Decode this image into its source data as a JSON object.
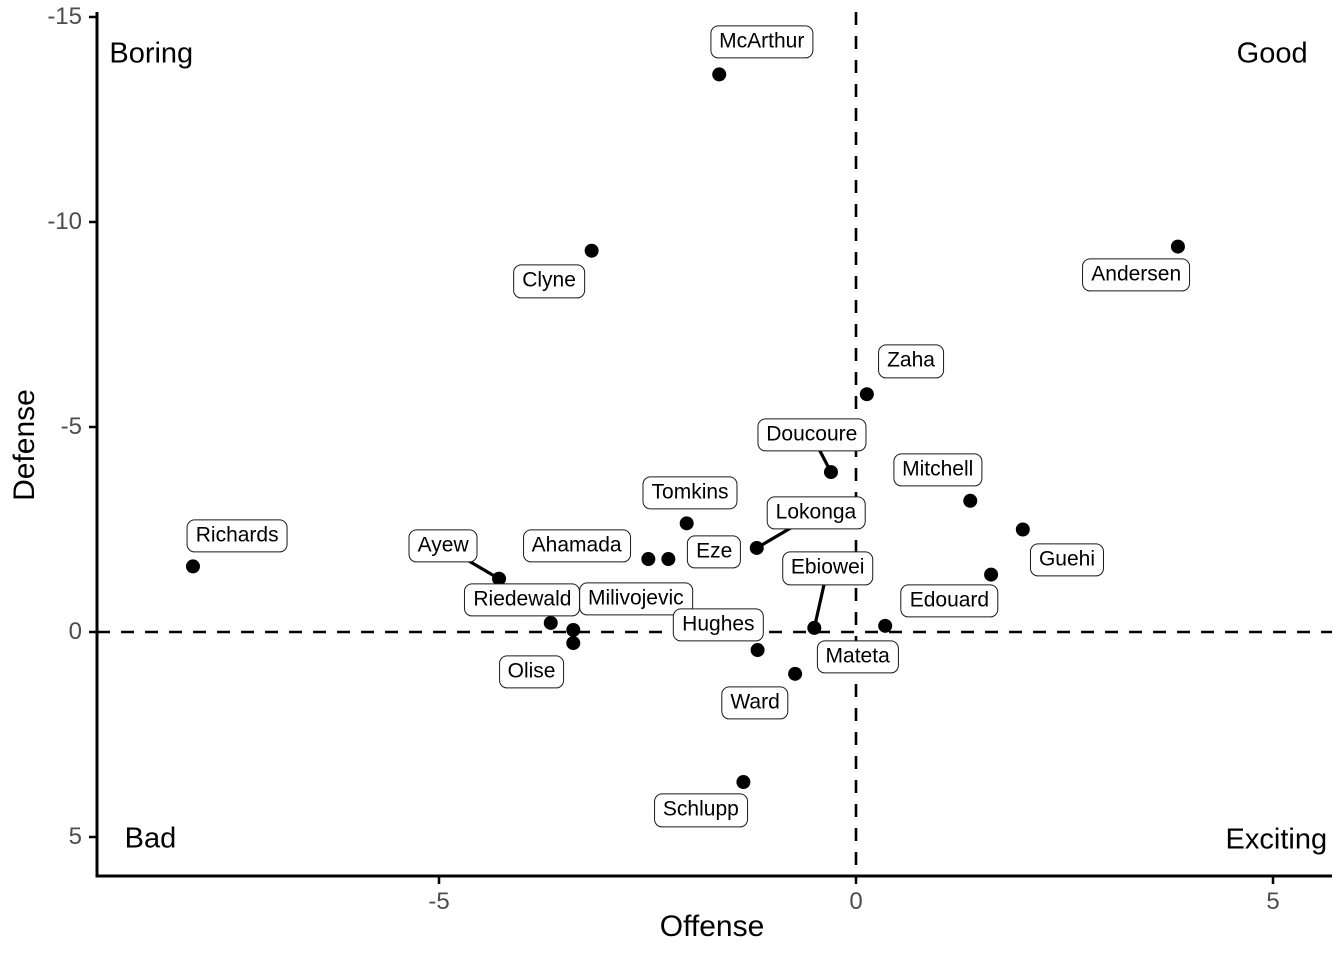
{
  "chart_data": {
    "type": "scatter",
    "title": "",
    "xlabel": "Offense",
    "ylabel": "Defense",
    "x_ticks": [
      "-5",
      "0",
      "5"
    ],
    "y_ticks": [
      "-15",
      "-10",
      "-5",
      "0",
      "5"
    ],
    "x_domain": [
      -9.1,
      5.7
    ],
    "y_domain": [
      -15.1,
      6.0
    ],
    "y_axis_direction": "reversed (negative values at top)",
    "grid": "off",
    "reference_lines": {
      "vertical_x": 0,
      "horizontal_y": 0,
      "style": "dashed"
    },
    "quadrant_labels": [
      {
        "id": "boring",
        "text": "Boring",
        "x": -8.45,
        "y": -14.1
      },
      {
        "id": "good",
        "text": "Good",
        "x": 4.99,
        "y": -14.1
      },
      {
        "id": "bad",
        "text": "Bad",
        "x": -8.46,
        "y": 5.05
      },
      {
        "id": "exciting",
        "text": "Exciting",
        "x": 5.04,
        "y": 5.07
      }
    ],
    "points": [
      {
        "name": "McArthur",
        "x": -1.64,
        "y": -13.6,
        "label_x": -1.13,
        "label_y": -14.4,
        "leader": false
      },
      {
        "name": "Clyne",
        "x": -3.17,
        "y": -9.3,
        "label_x": -3.68,
        "label_y": -8.55,
        "leader": false
      },
      {
        "name": "Andersen",
        "x": 3.86,
        "y": -9.4,
        "label_x": 3.36,
        "label_y": -8.7,
        "leader": false
      },
      {
        "name": "Zaha",
        "x": 0.13,
        "y": -5.8,
        "label_x": 0.66,
        "label_y": -6.6,
        "leader": false
      },
      {
        "name": "Doucoure",
        "x": -0.3,
        "y": -3.9,
        "label_x": -0.53,
        "label_y": -4.8,
        "leader": true
      },
      {
        "name": "Mitchell",
        "x": 1.37,
        "y": -3.2,
        "label_x": 0.98,
        "label_y": -3.95,
        "leader": false
      },
      {
        "name": "Tomkins",
        "x": -2.03,
        "y": -2.65,
        "label_x": -1.99,
        "label_y": -3.4,
        "leader": false
      },
      {
        "name": "Guehi",
        "x": 2.0,
        "y": -2.5,
        "label_x": 2.53,
        "label_y": -1.75,
        "leader": false
      },
      {
        "name": "Lokonga",
        "x": -1.19,
        "y": -2.05,
        "label_x": -0.48,
        "label_y": -2.9,
        "leader": true
      },
      {
        "name": "Ahamada",
        "x": -2.49,
        "y": -1.78,
        "label_x": -3.35,
        "label_y": -2.1,
        "leader": false
      },
      {
        "name": "Eze",
        "x": -2.25,
        "y": -1.78,
        "label_x": -1.7,
        "label_y": -1.95,
        "leader": false
      },
      {
        "name": "Richards",
        "x": -7.95,
        "y": -1.6,
        "label_x": -7.42,
        "label_y": -2.35,
        "leader": false
      },
      {
        "name": "Ayew",
        "x": -4.28,
        "y": -1.3,
        "label_x": -4.95,
        "label_y": -2.1,
        "leader": true
      },
      {
        "name": "Edouard",
        "x": 1.62,
        "y": -1.4,
        "label_x": 1.12,
        "label_y": -0.75,
        "leader": false
      },
      {
        "name": "Milivojevic",
        "x": -3.39,
        "y": -0.05,
        "label_x": -2.64,
        "label_y": -0.8,
        "leader": false
      },
      {
        "name": "Riedewald",
        "x": -3.66,
        "y": -0.22,
        "label_x": -4.0,
        "label_y": -0.78,
        "leader": false
      },
      {
        "name": "Olise",
        "x": -3.39,
        "y": 0.27,
        "label_x": -3.89,
        "label_y": 0.98,
        "leader": false
      },
      {
        "name": "Ebiowei",
        "x": -0.5,
        "y": -0.1,
        "label_x": -0.34,
        "label_y": -1.55,
        "leader": true
      },
      {
        "name": "Mateta",
        "x": 0.35,
        "y": -0.15,
        "label_x": 0.02,
        "label_y": 0.6,
        "leader": false
      },
      {
        "name": "Hughes",
        "x": -1.18,
        "y": 0.44,
        "label_x": -1.65,
        "label_y": -0.17,
        "leader": false
      },
      {
        "name": "Ward",
        "x": -0.73,
        "y": 1.02,
        "label_x": -1.21,
        "label_y": 1.73,
        "leader": false
      },
      {
        "name": "Schlupp",
        "x": -1.35,
        "y": 3.66,
        "label_x": -1.86,
        "label_y": 4.35,
        "leader": false
      }
    ],
    "colors": {
      "point": "#000000",
      "axis_line": "#000000",
      "tick_text": "#4d4d4d",
      "label_border": "#1a1a1a",
      "background": "#ffffff"
    }
  }
}
